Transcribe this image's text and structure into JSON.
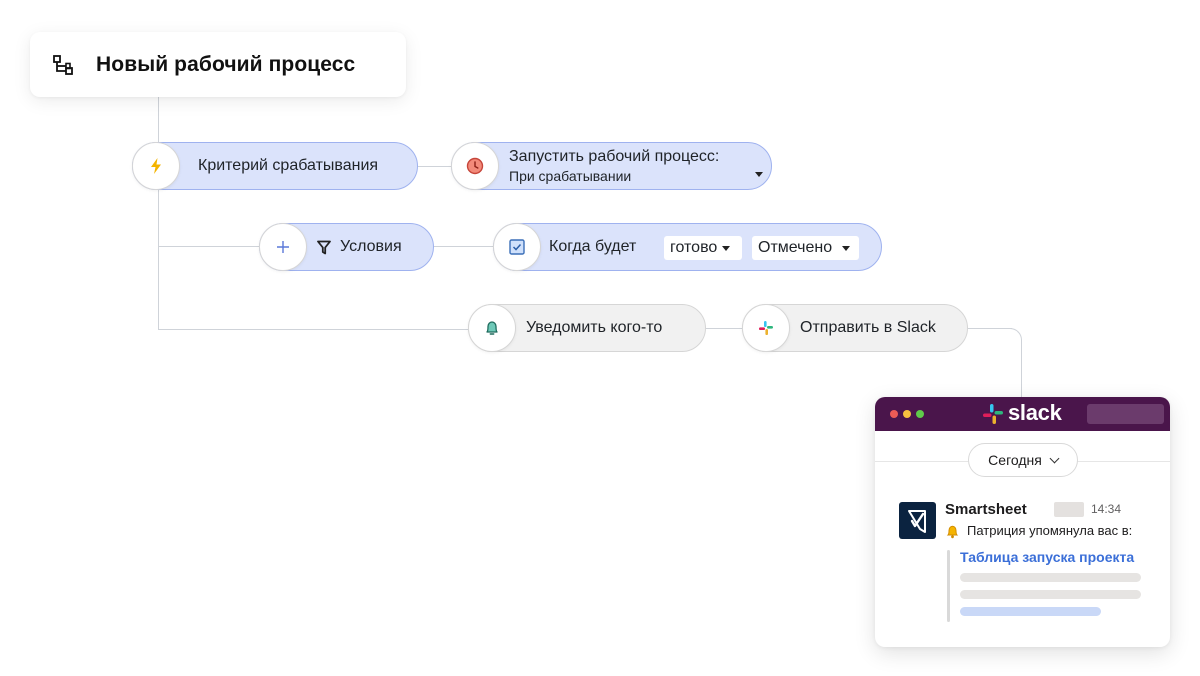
{
  "workflow": {
    "title": "Новый рабочий процесс",
    "trigger": {
      "label": "Критерий срабатывания"
    },
    "run": {
      "title": "Запустить рабочий процесс:",
      "value": "При срабатывании"
    },
    "conditions": {
      "label": "Условия"
    },
    "when": {
      "label": "Когда будет",
      "field_value": "готово",
      "state_value": "Отмечено"
    },
    "notify": {
      "label": "Уведомить кого-то"
    },
    "send": {
      "label": "Отправить в Slack"
    }
  },
  "slack": {
    "brand": "slack",
    "date_pill": "Сегодня",
    "sender": "Smartsheet",
    "time": "14:34",
    "message": "Патриция упомянула вас в:",
    "link": "Таблица запуска проекта"
  },
  "colors": {
    "blue_pill": "#dbe3fb",
    "blue_border": "#9fb2ef",
    "grey_pill": "#f1f1f1",
    "slack_aubergine": "#4a154b",
    "link": "#3b6fd8"
  },
  "icons": {
    "title": "workflow-icon",
    "trigger": "lightning-icon",
    "run": "clock-icon",
    "add": "plus-icon",
    "conditions": "filter-icon",
    "when": "checkbox-icon",
    "notify": "bell-icon",
    "send": "slack-logo-icon"
  }
}
